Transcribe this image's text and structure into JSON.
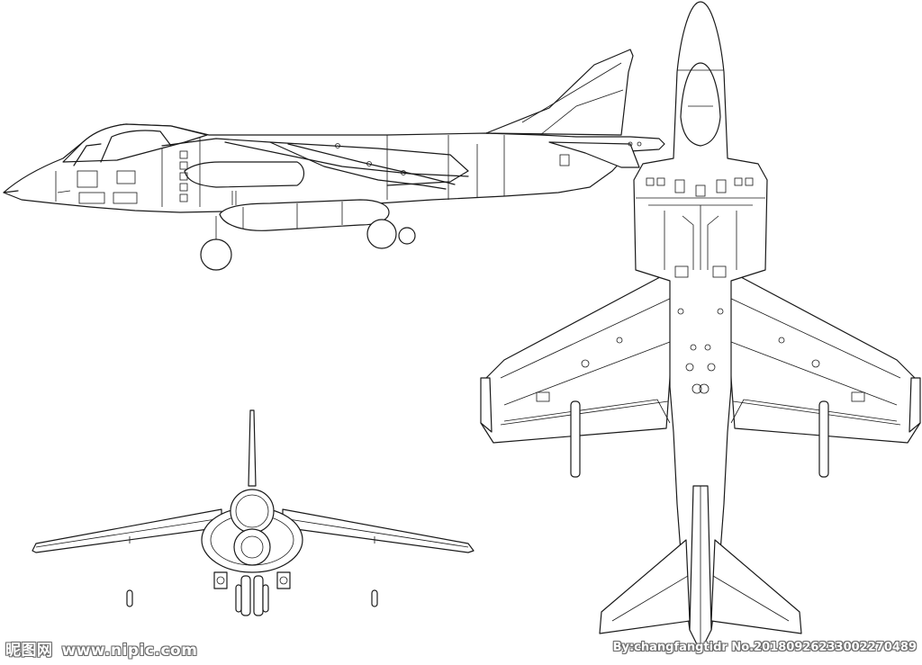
{
  "watermark": {
    "site_name": "昵图网",
    "site_url": "www.nipic.com",
    "credit": "By:changfangtidr No.20180926233002270489"
  }
}
